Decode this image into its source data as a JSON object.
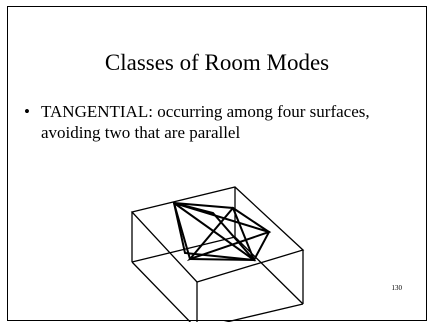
{
  "slide": {
    "title": "Classes of Room Modes",
    "bullet_marker": "•",
    "bullet_text": "TANGENTIAL: occurring among four surfaces, avoiding two that are parallel",
    "page_number": "130"
  },
  "figure": {
    "icon": "room-box-tangential-mode-diagram"
  },
  "colors": {
    "background": "#ffffff",
    "ink": "#000000"
  }
}
